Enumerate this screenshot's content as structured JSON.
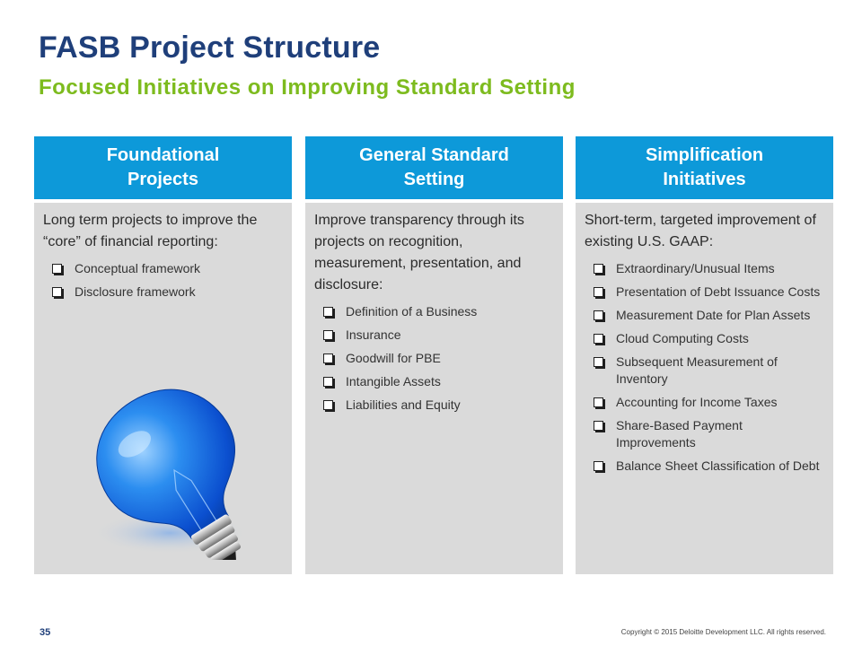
{
  "slide": {
    "title": "FASB Project Structure",
    "subtitle": "Focused Initiatives on Improving Standard Setting",
    "title_color": "#1f3f7a",
    "subtitle_color": "#7dbb1e",
    "header_color": "#0d99d9",
    "panel_color": "#dadada"
  },
  "columns": [
    {
      "heading_line1": "Foundational",
      "heading_line2": "Projects",
      "intro": "Long term projects to improve the “core” of financial reporting:",
      "items": [
        "Conceptual framework",
        "Disclosure framework"
      ],
      "image_icon": "lightbulb-icon"
    },
    {
      "heading_line1": "General Standard",
      "heading_line2": "Setting",
      "intro": "Improve transparency through its projects on recognition, measurement, presentation, and disclosure:",
      "items": [
        "Definition of a Business",
        "Insurance",
        "Goodwill for PBE",
        "Intangible Assets",
        "Liabilities and Equity"
      ]
    },
    {
      "heading_line1": "Simplification",
      "heading_line2": "Initiatives",
      "intro": "Short-term, targeted improvement of existing U.S. GAAP:",
      "items": [
        "Extraordinary/Unusual Items",
        "Presentation of Debt Issuance Costs",
        "Measurement Date for Plan Assets",
        "Cloud Computing Costs",
        "Subsequent Measurement of Inventory",
        "Accounting for Income Taxes",
        "Share-Based Payment Improvements",
        "Balance Sheet Classification of Debt"
      ]
    }
  ],
  "footer": {
    "page_number": "35",
    "copyright": "Copyright © 2015 Deloitte Development LLC. All rights reserved."
  }
}
